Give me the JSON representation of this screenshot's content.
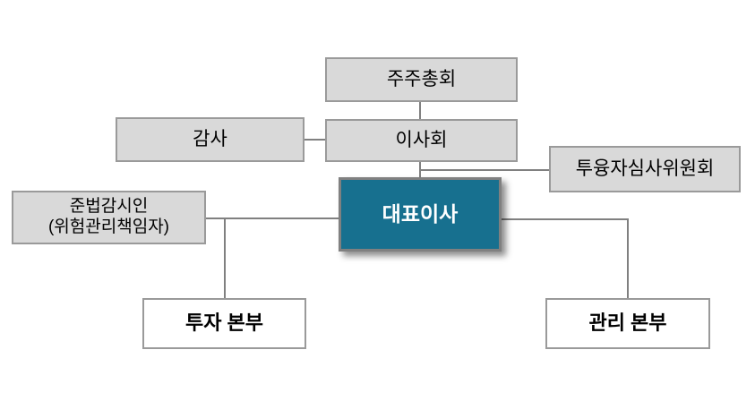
{
  "diagram": {
    "type": "org-chart",
    "colors": {
      "box_fill": "#d9d9d9",
      "box_border": "#9a9a9a",
      "highlight_fill": "#17708f",
      "highlight_border": "#808080",
      "highlight_text": "#ffffff",
      "white_box_fill": "#ffffff",
      "connector_line": "#808080",
      "text": "#000000"
    },
    "nodes": {
      "shareholders_meeting": {
        "label": "주주총회"
      },
      "board_of_directors": {
        "label": "이사회"
      },
      "auditor": {
        "label": "감사"
      },
      "investment_loan_review_committee": {
        "label": "투융자심사위원회"
      },
      "compliance_officer": {
        "label_line1": "준법감시인",
        "label_line2": "(위험관리책임자)"
      },
      "ceo": {
        "label": "대표이사"
      },
      "investment_division": {
        "label": "투자 본부"
      },
      "management_division": {
        "label": "관리 본부"
      }
    },
    "edges": [
      {
        "from": "shareholders_meeting",
        "to": "board_of_directors"
      },
      {
        "from": "auditor",
        "to": "board_of_directors"
      },
      {
        "from": "board_of_directors",
        "to": "ceo"
      },
      {
        "from": "board_of_directors",
        "to": "investment_loan_review_committee"
      },
      {
        "from": "compliance_officer",
        "to": "ceo"
      },
      {
        "from": "ceo",
        "to": "investment_division"
      },
      {
        "from": "ceo",
        "to": "management_division"
      }
    ]
  }
}
